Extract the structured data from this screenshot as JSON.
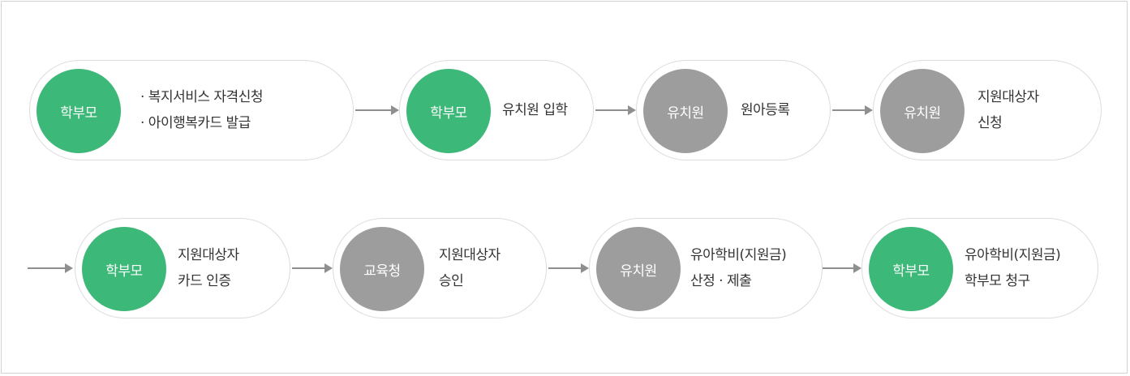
{
  "steps": [
    {
      "actor": "학부모",
      "lines": [
        "· 복지서비스 자격신청",
        "· 아이행복카드 발급"
      ],
      "color": "#3cb878"
    },
    {
      "actor": "학부모",
      "lines": [
        "유치원 입학"
      ],
      "color": "#3cb878"
    },
    {
      "actor": "유치원",
      "lines": [
        "원아등록"
      ],
      "color": "#9d9d9d"
    },
    {
      "actor": "유치원",
      "lines": [
        "지원대상자",
        "신청"
      ],
      "color": "#9d9d9d"
    },
    {
      "actor": "학부모",
      "lines": [
        "지원대상자",
        "카드 인증"
      ],
      "color": "#3cb878"
    },
    {
      "actor": "교육청",
      "lines": [
        "지원대상자",
        "승인"
      ],
      "color": "#9d9d9d"
    },
    {
      "actor": "유치원",
      "lines": [
        "유아학비(지원금)",
        "산정 · 제출"
      ],
      "color": "#9d9d9d"
    },
    {
      "actor": "학부모",
      "lines": [
        "유아학비(지원금)",
        "학부모 청구"
      ],
      "color": "#3cb878"
    }
  ]
}
